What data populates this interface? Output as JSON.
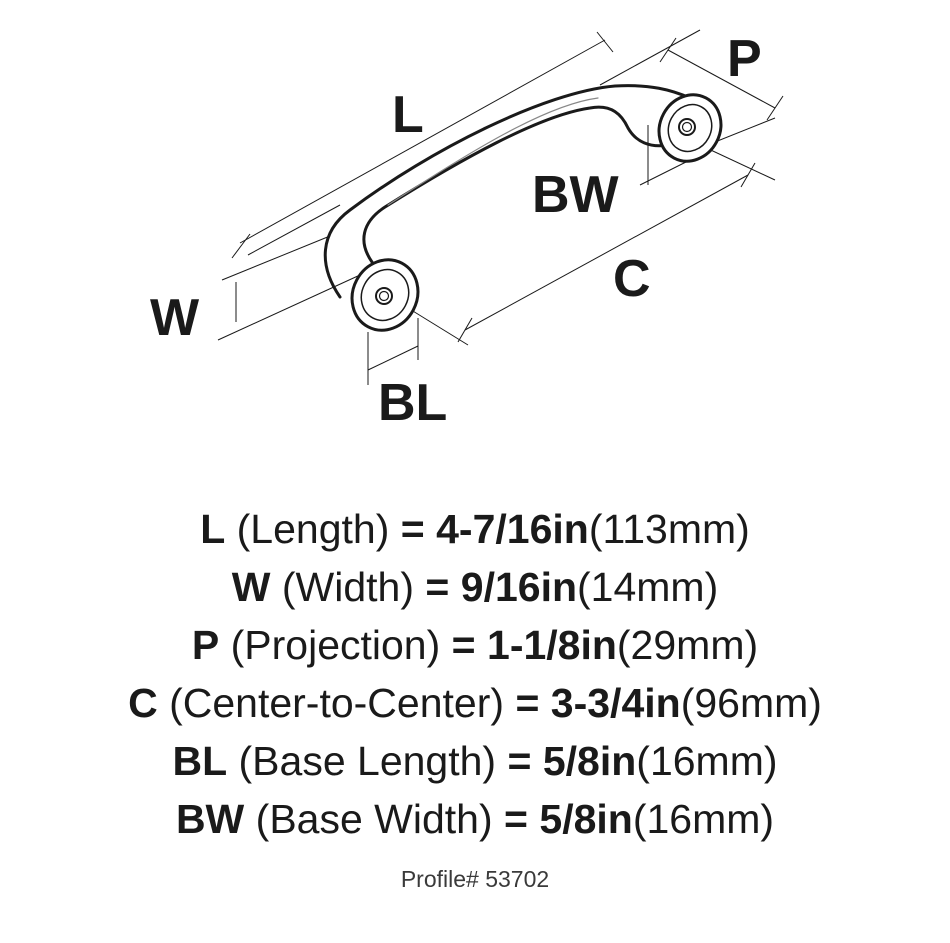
{
  "diagram": {
    "labels": {
      "L": "L",
      "P": "P",
      "BW": "BW",
      "C": "C",
      "W": "W",
      "BL": "BL"
    }
  },
  "specs": [
    {
      "code": "L",
      "name": "(Length)",
      "eq": "=",
      "imperial": "4-7/16in",
      "metric": "(113mm)"
    },
    {
      "code": "W",
      "name": "(Width)",
      "eq": "=",
      "imperial": "9/16in",
      "metric": "(14mm)"
    },
    {
      "code": "P",
      "name": "(Projection)",
      "eq": "=",
      "imperial": "1-1/8in",
      "metric": "(29mm)"
    },
    {
      "code": "C",
      "name": "(Center-to-Center)",
      "eq": "=",
      "imperial": "3-3/4in",
      "metric": "(96mm)"
    },
    {
      "code": "BL",
      "name": "(Base Length)",
      "eq": "=",
      "imperial": "5/8in",
      "metric": "(16mm)"
    },
    {
      "code": "BW",
      "name": "(Base Width)",
      "eq": "=",
      "imperial": "5/8in",
      "metric": "(16mm)"
    }
  ],
  "profile": "Profile# 53702"
}
